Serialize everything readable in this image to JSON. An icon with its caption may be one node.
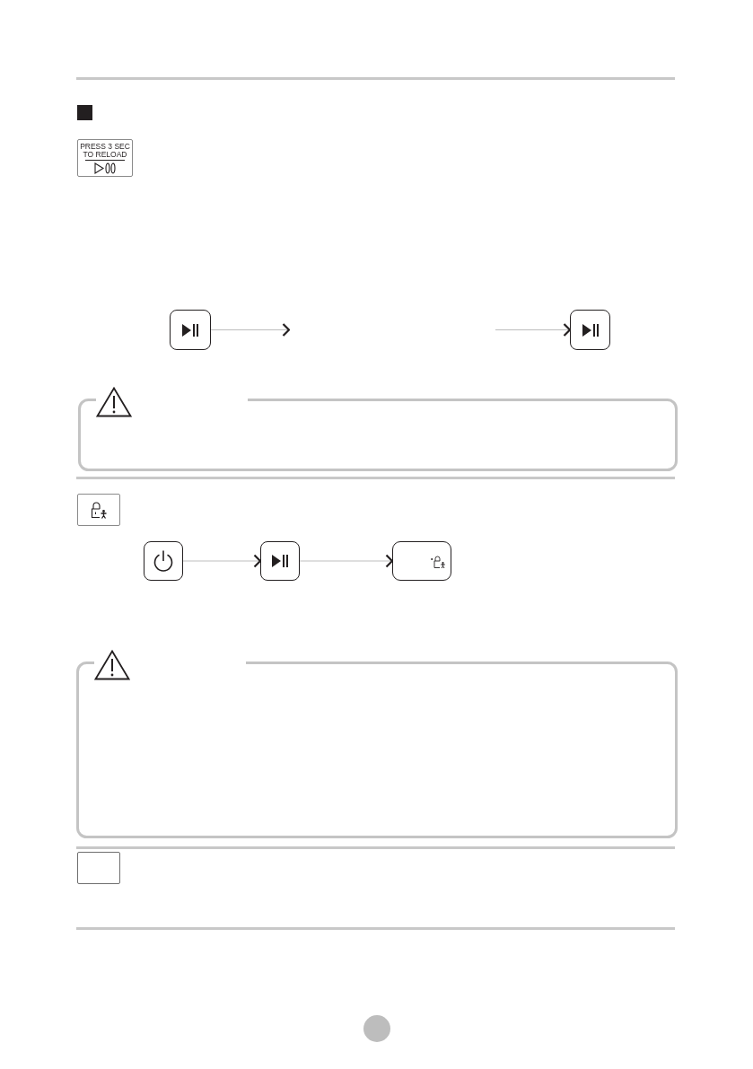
{
  "diagram": {
    "nodes": [
      {
        "text": [
          "PRESS 3 SEC TO RELOAD"
        ]
      },
      {
        "text": [],
        "shape": "box"
      },
      {
        "text": [],
        "shape": "box"
      },
      {
        "text": [],
        "shape": "box"
      },
      {
        "text": [],
        "shape": "box"
      },
      {
        "text": [],
        "shape": "box"
      },
      {
        "text": [],
        "shape": "box"
      },
      {
        "text": [],
        "shape": "box"
      }
    ],
    "edges": [
      {
        "from": 1,
        "to": null,
        "arrow": "to"
      },
      {
        "from": null,
        "to": 2,
        "arrow": "to"
      },
      {
        "from": 4,
        "to": 5,
        "arrow": "to"
      },
      {
        "from": 5,
        "to": 6,
        "arrow": "to"
      }
    ]
  }
}
